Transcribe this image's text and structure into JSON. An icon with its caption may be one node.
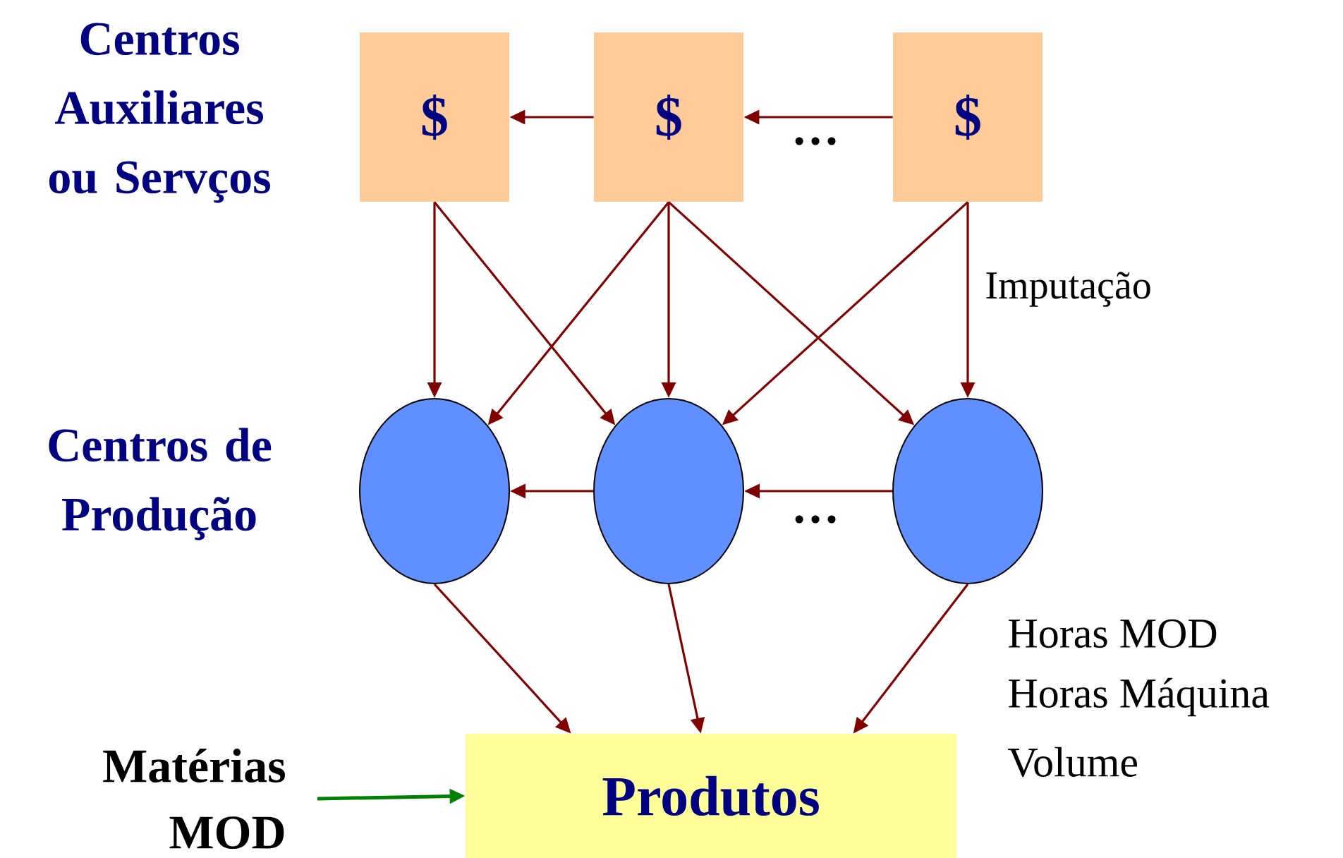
{
  "diagram": {
    "nodes": [
      {
        "text": [
          "$"
        ]
      },
      {
        "text": [
          "$"
        ]
      },
      {
        "text": [
          "$"
        ]
      },
      {
        "text": [],
        "shape": "ellipse"
      },
      {
        "text": [],
        "shape": "ellipse"
      },
      {
        "text": [],
        "shape": "ellipse"
      },
      {
        "text": [
          "Produtos"
        ]
      },
      {
        "text": [
          "Matérias MOD"
        ]
      }
    ],
    "edges": [
      {
        "from": 1,
        "to": 0,
        "arrow": "to"
      },
      {
        "from": 2,
        "to": 1,
        "arrow": "to"
      },
      {
        "from": 0,
        "to": 3,
        "arrow": "to"
      },
      {
        "from": 0,
        "to": 4,
        "arrow": "to"
      },
      {
        "from": 1,
        "to": 3,
        "arrow": "to"
      },
      {
        "from": 1,
        "to": 4,
        "arrow": "to"
      },
      {
        "from": 1,
        "to": 5,
        "arrow": "to"
      },
      {
        "from": 2,
        "to": 4,
        "arrow": "to"
      },
      {
        "from": 2,
        "to": 5,
        "arrow": "to",
        "label": "Imputação"
      },
      {
        "from": 4,
        "to": 3,
        "arrow": "to"
      },
      {
        "from": 5,
        "to": 4,
        "arrow": "to"
      },
      {
        "from": 3,
        "to": 6,
        "arrow": "to"
      },
      {
        "from": 4,
        "to": 6,
        "arrow": "to"
      },
      {
        "from": 5,
        "to": 6,
        "arrow": "to"
      },
      {
        "from": 7,
        "to": 6,
        "arrow": "to",
        "color": "#008000"
      }
    ],
    "labels": [
      "Centros Auxiliares ou Servços",
      "…",
      "Centros de Produção",
      "…",
      "Horas MOD",
      "Horas Máquina",
      "Volume"
    ]
  }
}
